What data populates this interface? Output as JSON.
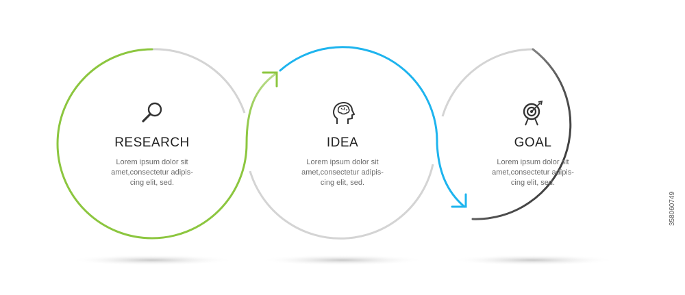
{
  "steps": [
    {
      "title": "RESEARCH",
      "desc_lines": [
        "Lorem ipsum dolor sit",
        "amet,consectetur adipis-",
        "cing elit, sed."
      ],
      "icon": "magnifier-icon",
      "color": "#8cc63f"
    },
    {
      "title": "IDEA",
      "desc_lines": [
        "Lorem ipsum dolor sit",
        "amet,consectetur adipis-",
        "cing elit, sed."
      ],
      "icon": "head-brain-icon",
      "color": "#1eb4ee"
    },
    {
      "title": "GOAL",
      "desc_lines": [
        "Lorem ipsum dolor sit",
        "amet,consectetur adipis-",
        "cing elit, sed."
      ],
      "icon": "target-icon",
      "color": "#3a3a3a"
    }
  ],
  "colors": {
    "gray_ring": "#d4d4d4",
    "icon": "#333333",
    "shadow": "#bdbdbd"
  },
  "watermark": "358060749"
}
